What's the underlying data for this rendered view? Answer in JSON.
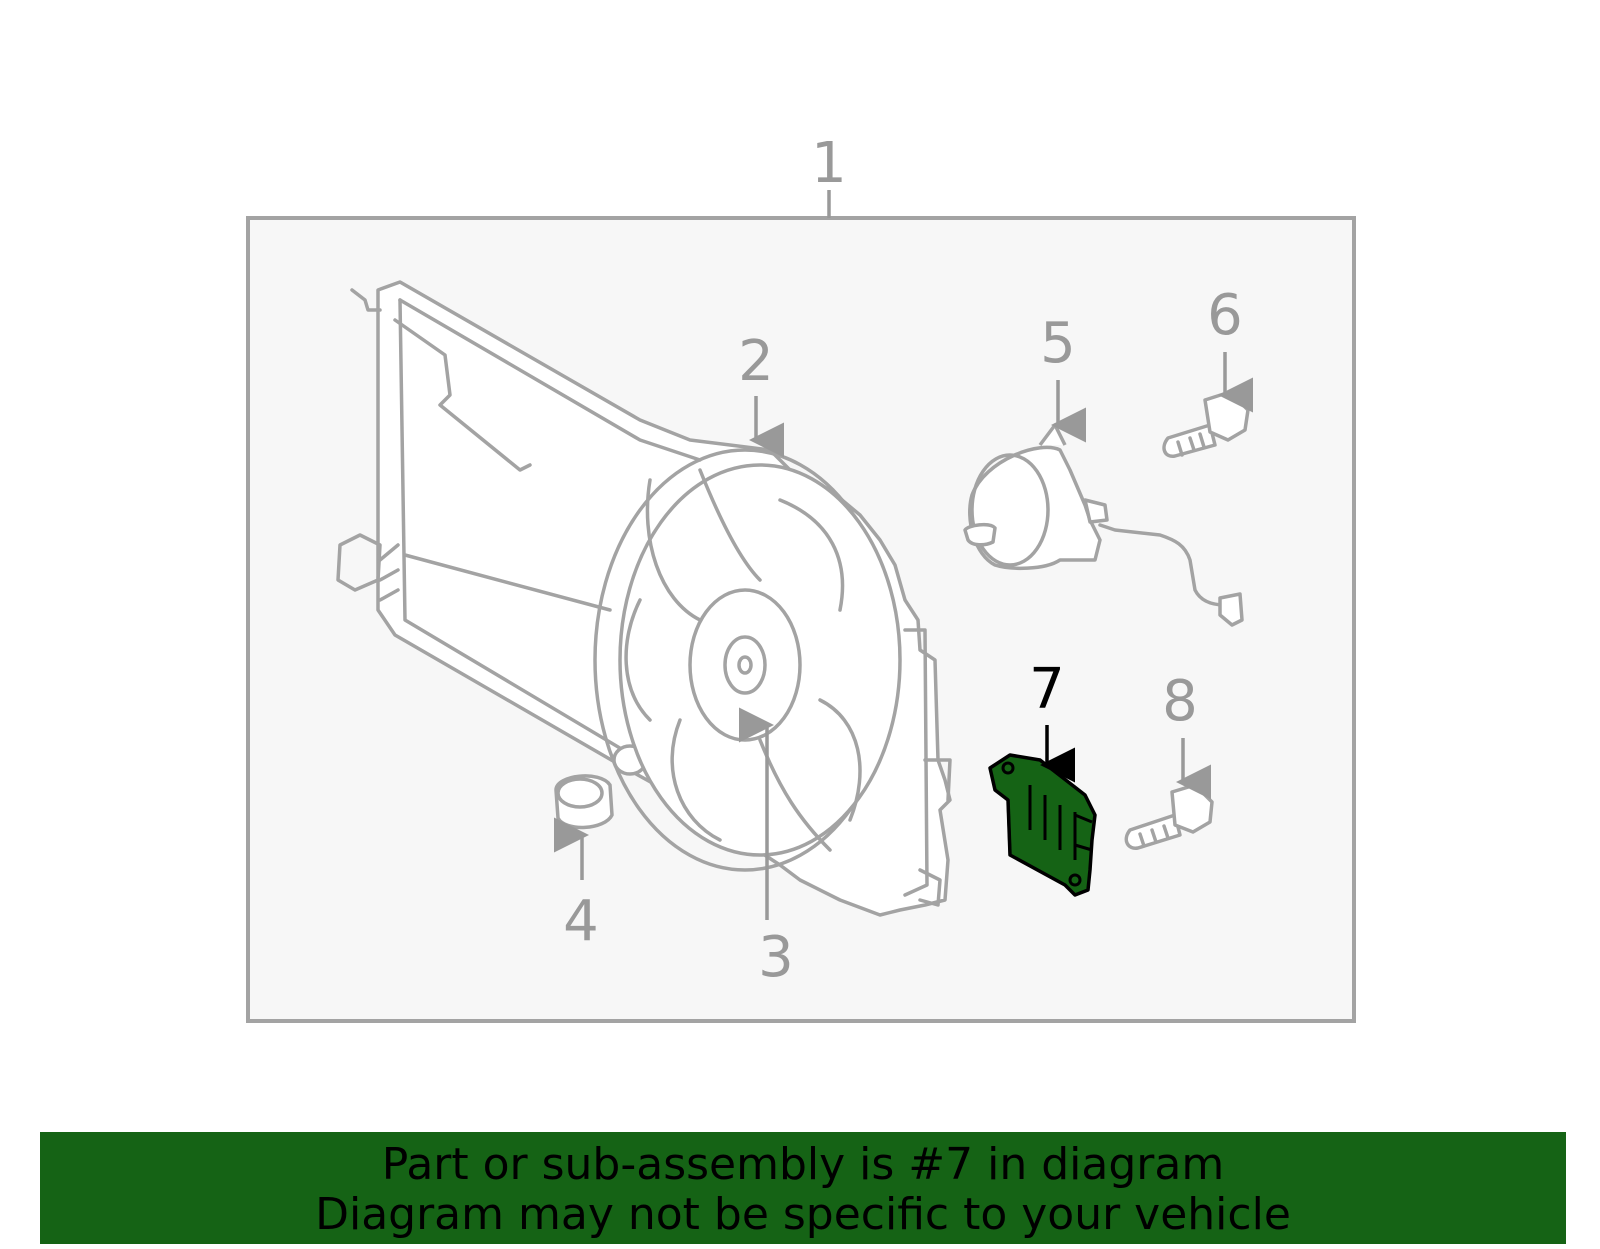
{
  "diagram": {
    "highlight_color": "#156315",
    "callouts": [
      {
        "label": "1"
      },
      {
        "label": "2"
      },
      {
        "label": "3"
      },
      {
        "label": "4"
      },
      {
        "label": "5"
      },
      {
        "label": "6"
      },
      {
        "label": "7",
        "highlighted": true
      },
      {
        "label": "8"
      }
    ]
  },
  "banner": {
    "line1": "Part or sub-assembly is #7 in diagram",
    "line2": "Diagram may not be specific to your vehicle",
    "background": "#156315"
  }
}
